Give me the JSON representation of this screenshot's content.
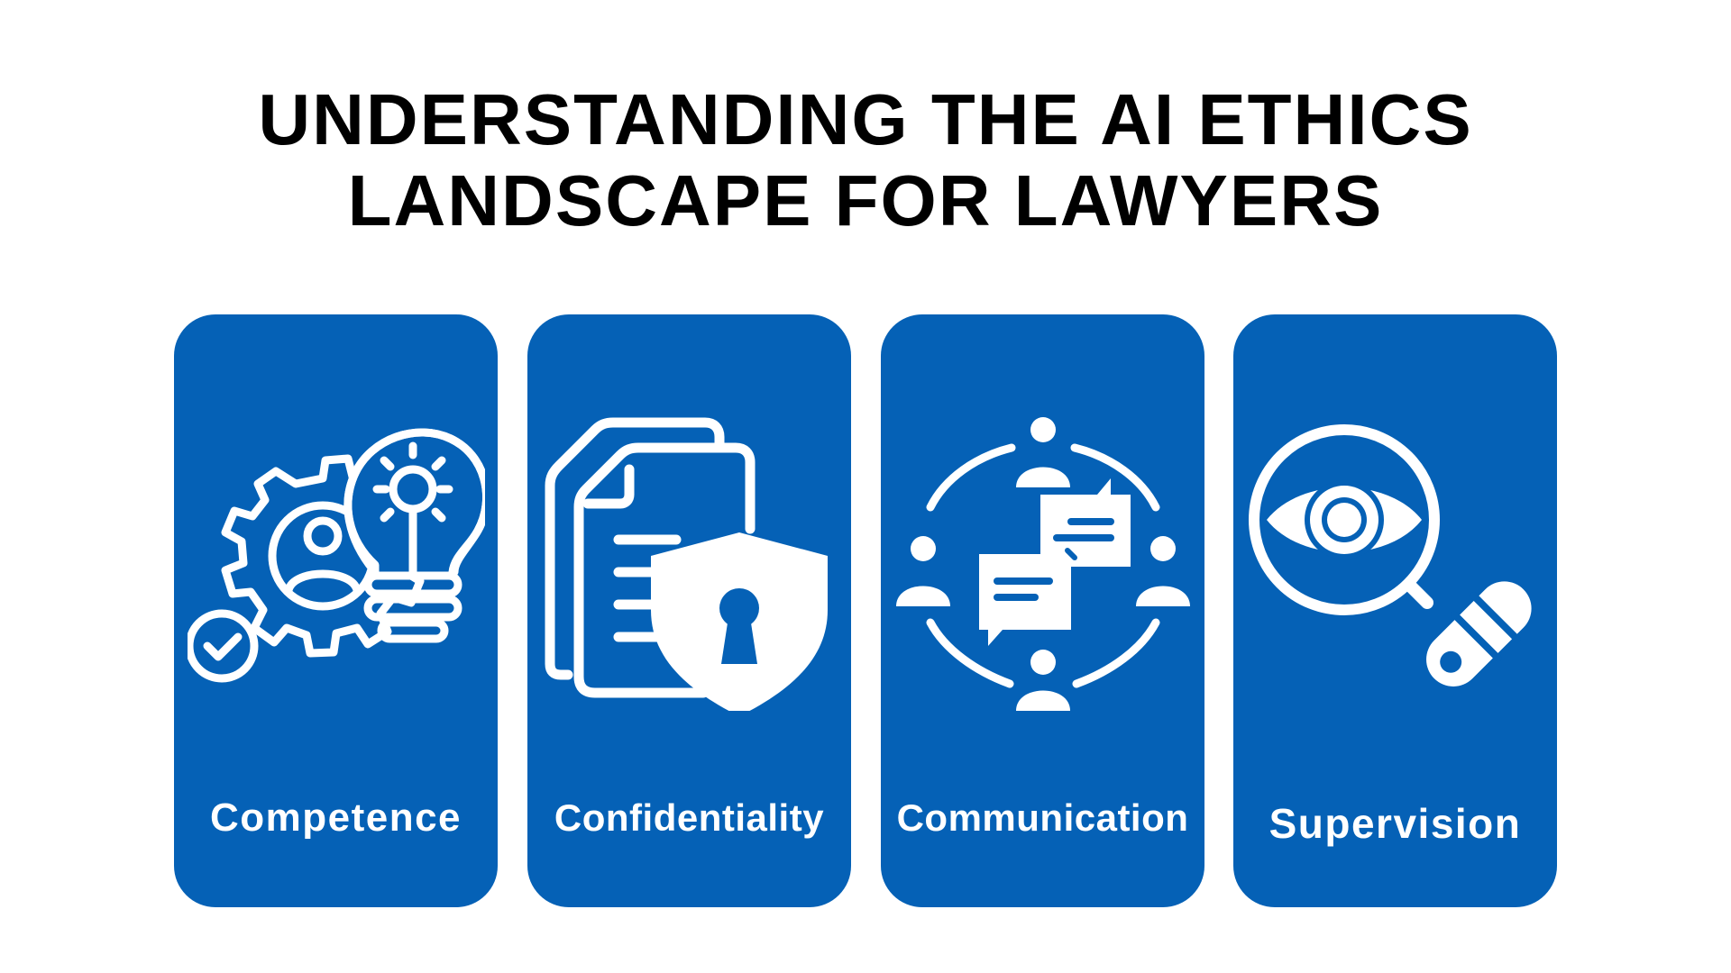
{
  "title": {
    "line1": "UNDERSTANDING THE AI ETHICS",
    "line2": "LANDSCAPE FOR LAWYERS"
  },
  "colors": {
    "background": "#ffffff",
    "title_text": "#000000",
    "card_fill": "#0561b6",
    "card_text": "#ffffff",
    "icon_stroke": "#ffffff"
  },
  "cards": [
    {
      "label": "Competence",
      "icon": "gear-person-lightbulb-check-icon"
    },
    {
      "label": "Confidentiality",
      "icon": "documents-shield-keyhole-icon"
    },
    {
      "label": "Communication",
      "icon": "people-circle-chat-bubbles-icon"
    },
    {
      "label": "Supervision",
      "icon": "magnifier-eye-icon"
    }
  ]
}
